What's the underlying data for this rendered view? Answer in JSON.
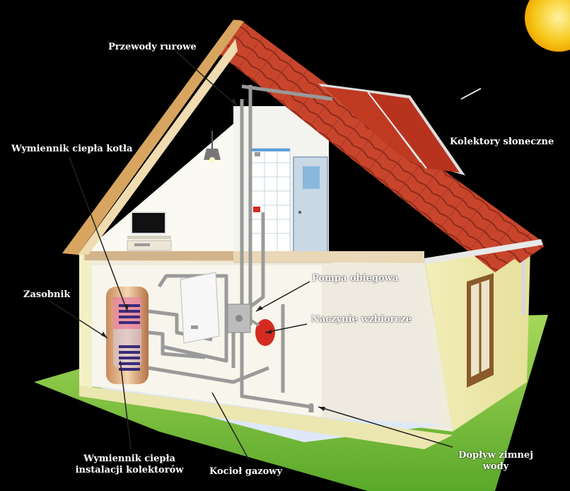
{
  "labels": {
    "pipes": "Przewody rurowe",
    "boiler_exchanger": "Wymiennik ciepła kotła",
    "collectors": "Kolektory słoneczne",
    "tank": "Zasobnik",
    "pump": "Pompa obiegowa",
    "expansion": "Naczynie wzbiorcze",
    "collector_exchanger_1": "Wymiennik ciepła",
    "collector_exchanger_2": "instalacji kolektorów",
    "gas_boiler": "Kocioł gazowy",
    "cold_water_1": "Dopływ zimnej",
    "cold_water_2": "wody"
  },
  "colors": {
    "background": "#000000",
    "roof": "#c8452c",
    "collector": "#c03a22",
    "wall": "#f4f0c6",
    "grass": "#7cc23a",
    "sun": "#f7c81c",
    "pipe": "#9a9a9a"
  }
}
